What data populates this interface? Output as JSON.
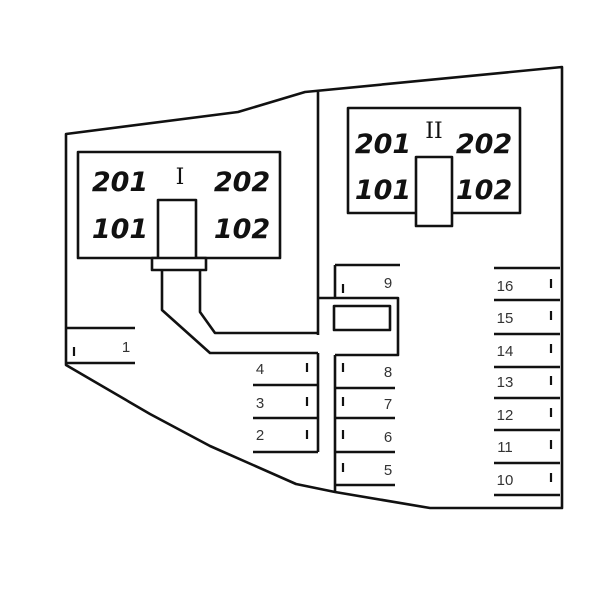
{
  "buildings": [
    {
      "name": "I",
      "units": [
        "201",
        "202",
        "101",
        "102"
      ]
    },
    {
      "name": "II",
      "units": [
        "201",
        "202",
        "101",
        "102"
      ]
    }
  ],
  "parking_spaces": [
    "1",
    "2",
    "3",
    "4",
    "5",
    "6",
    "7",
    "8",
    "9",
    "10",
    "11",
    "12",
    "13",
    "14",
    "15",
    "16"
  ]
}
